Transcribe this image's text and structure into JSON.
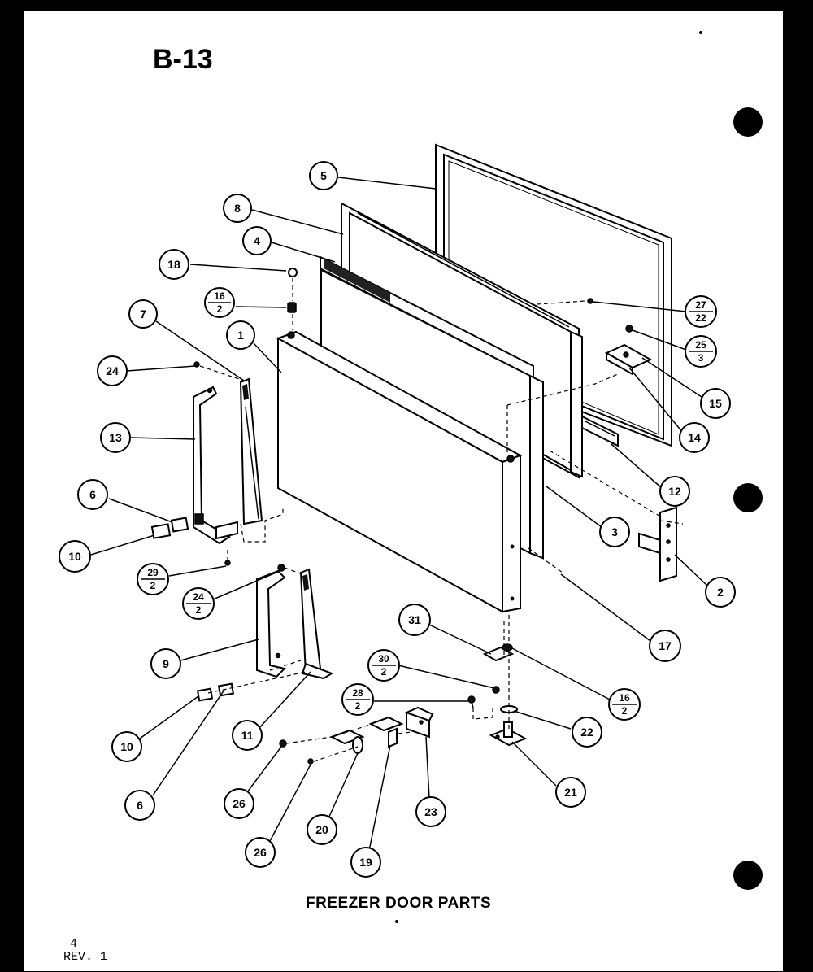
{
  "page": {
    "heading": "B-13",
    "caption": "FREEZER DOOR PARTS",
    "footer_line1": "4",
    "footer_line2": "REV. 1"
  },
  "callouts": {
    "c5": "5",
    "c8": "8",
    "c4": "4",
    "c18": "18",
    "c16a_top": "16",
    "c16a_bot": "2",
    "c7": "7",
    "c1": "1",
    "c24": "24",
    "c13": "13",
    "c6": "6",
    "c10a": "10",
    "c29_top": "29",
    "c29_bot": "2",
    "c24b_top": "24",
    "c24b_bot": "2",
    "c9": "9",
    "c10b": "10",
    "c6b": "6",
    "c11": "11",
    "c27_top": "27",
    "c27_bot": "22",
    "c25_top": "25",
    "c25_bot": "3",
    "c15": "15",
    "c14": "14",
    "c12": "12",
    "c3": "3",
    "c2": "2",
    "c17": "17",
    "c31": "31",
    "c30_top": "30",
    "c30_bot": "2",
    "c16b_top": "16",
    "c16b_bot": "2",
    "c28_top": "28",
    "c28_bot": "2",
    "c22": "22",
    "c21": "21",
    "c26a": "26",
    "c26b": "26",
    "c20": "20",
    "c19": "19",
    "c23": "23"
  }
}
